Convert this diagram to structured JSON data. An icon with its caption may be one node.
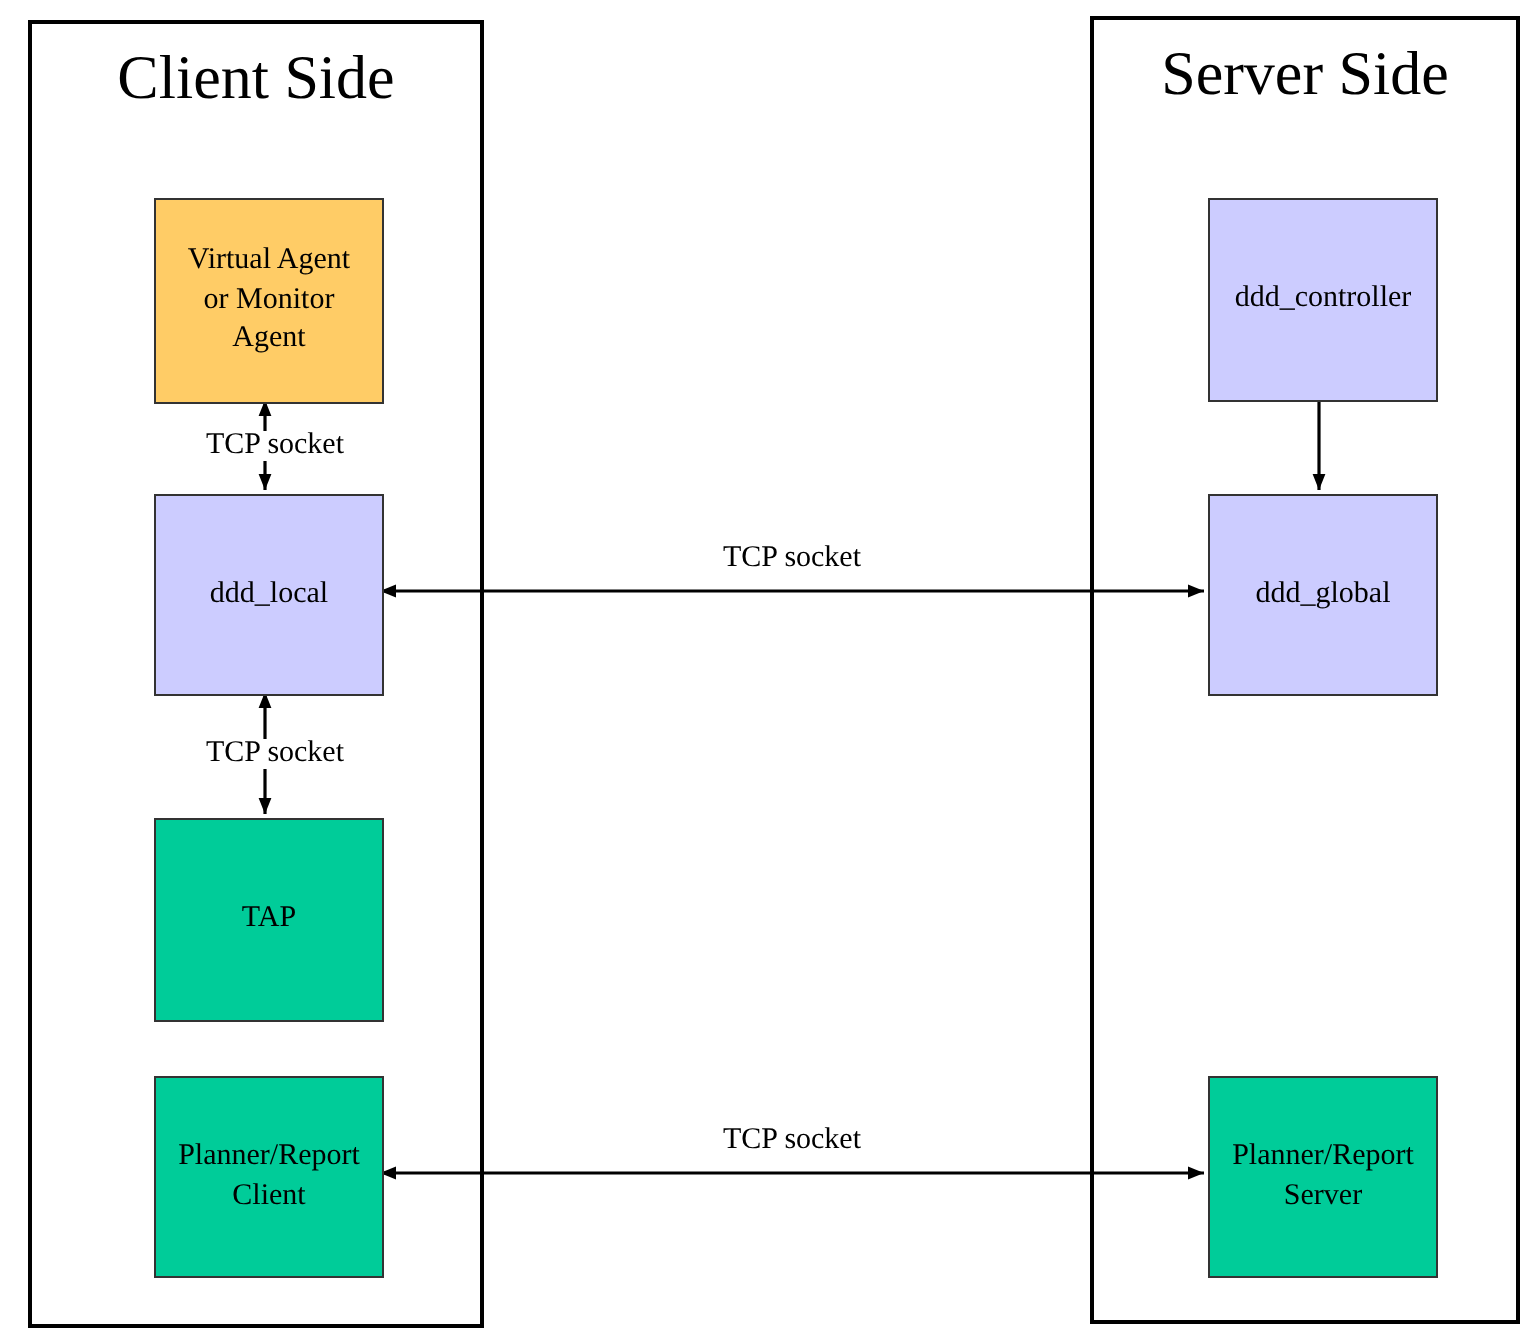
{
  "diagram": {
    "nodes": [
      {
        "text": [
          "Client Side"
        ]
      },
      {
        "text": [
          "Virtual Agent or Monitor Agent"
        ],
        "in": 0
      },
      {
        "text": [
          "ddd_local"
        ],
        "in": 0
      },
      {
        "text": [
          "TAP"
        ],
        "in": 0
      },
      {
        "text": [
          "Planner/Report Client"
        ],
        "in": 0
      },
      {
        "text": [
          "Server Side"
        ]
      },
      {
        "text": [
          "ddd_controller"
        ],
        "in": 5
      },
      {
        "text": [
          "ddd_global"
        ],
        "in": 5
      },
      {
        "text": [
          "Planner/Report Server"
        ],
        "in": 5
      }
    ],
    "edges": [
      {
        "from": 1,
        "to": 2,
        "arrow": "both",
        "label": "TCP socket"
      },
      {
        "from": 2,
        "to": 3,
        "arrow": "both",
        "label": "TCP socket"
      },
      {
        "from": 2,
        "to": 7,
        "arrow": "both",
        "label": "TCP socket"
      },
      {
        "from": 6,
        "to": 7,
        "arrow": "to"
      },
      {
        "from": 4,
        "to": 8,
        "arrow": "both",
        "label": "TCP socket"
      }
    ]
  }
}
